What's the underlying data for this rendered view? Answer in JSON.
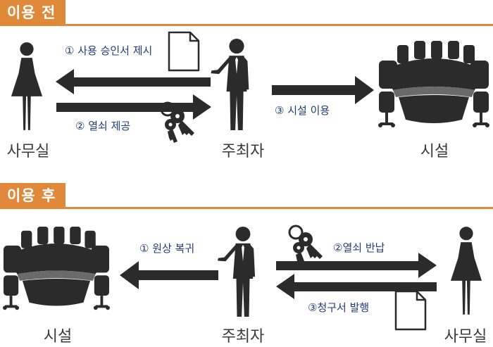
{
  "sections": [
    {
      "title": "이용 전",
      "steps": [
        "① 사용 승인서 제시",
        "② 열쇠 제공",
        "③ 시설 이용"
      ],
      "nodes": [
        "사무실",
        "주최자",
        "시설"
      ]
    },
    {
      "title": "이용 후",
      "steps": [
        "① 원상 복귀",
        "②열쇠 반납",
        "③청구서 발행"
      ],
      "nodes": [
        "시설",
        "주최자",
        "사무실"
      ]
    }
  ],
  "colors": {
    "accent": "#e0893a",
    "icon": "#2b2b2b",
    "step_text": "#1f3c78",
    "label_text": "#3a3a3a"
  },
  "icons": [
    "woman-icon",
    "man-icon",
    "conference-table-icon",
    "document-icon",
    "keys-icon",
    "arrow-icon"
  ]
}
